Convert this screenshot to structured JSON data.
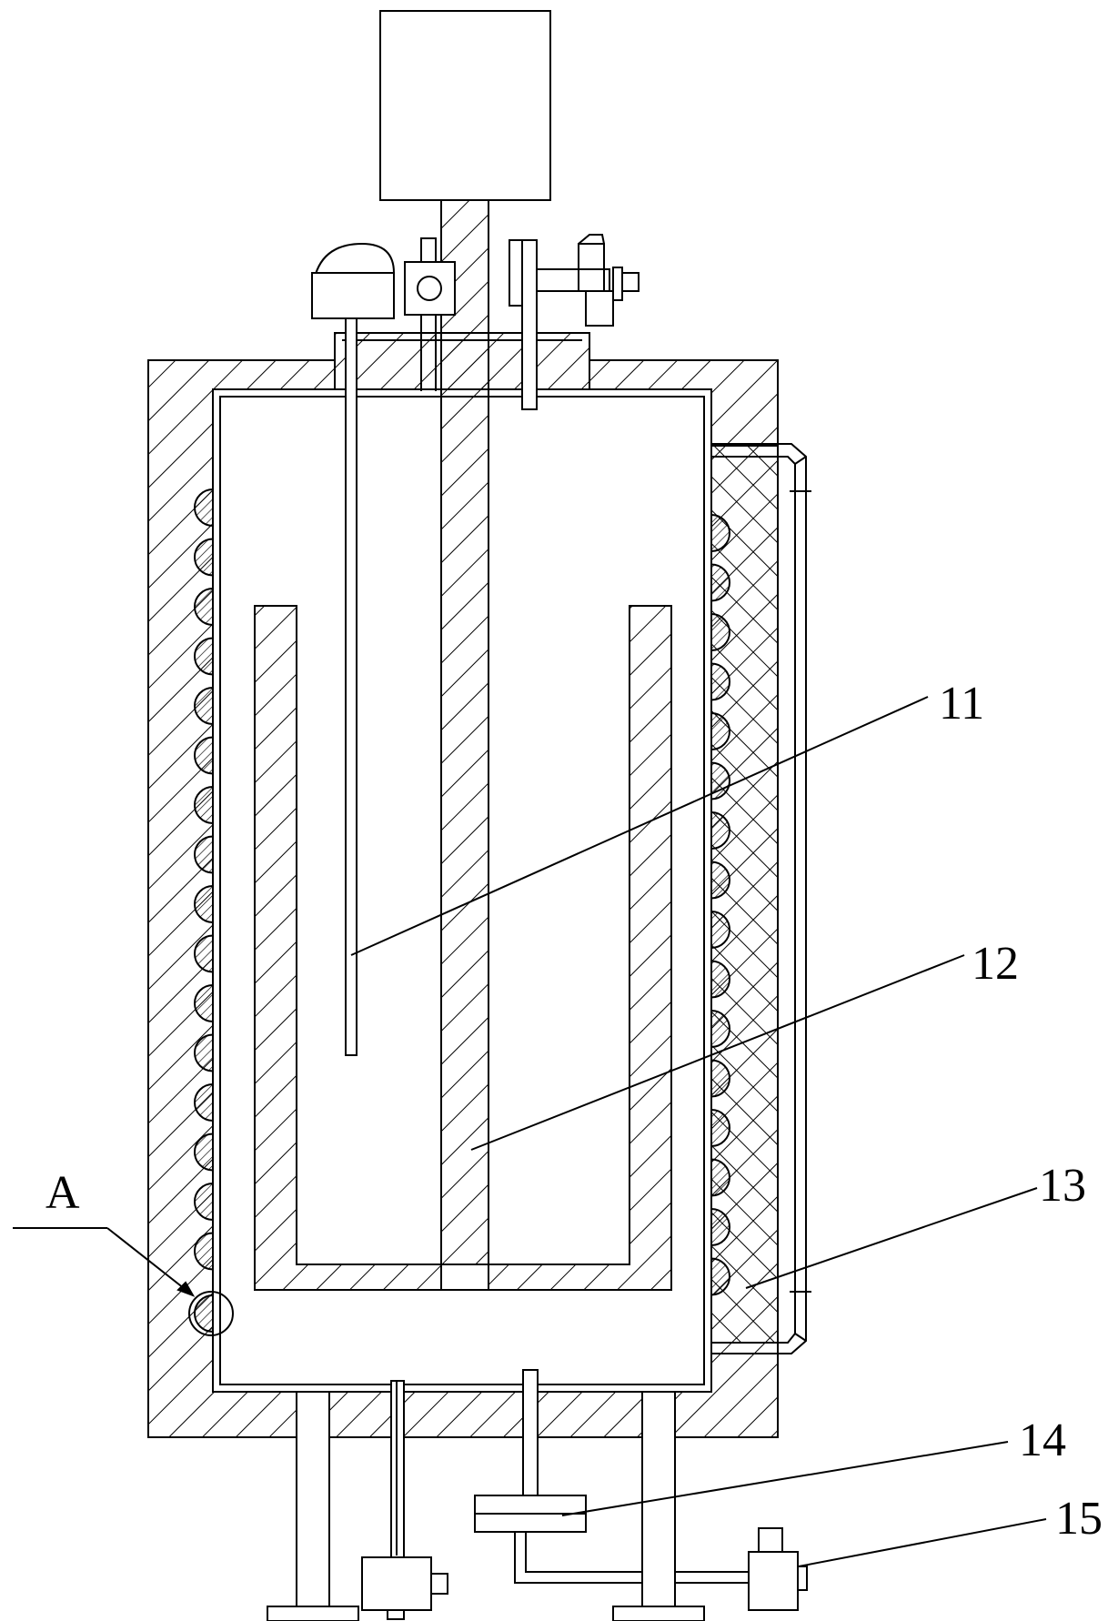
{
  "figure": {
    "labels": {
      "part_11": "11",
      "part_12": "12",
      "part_13": "13",
      "part_14": "14",
      "part_15": "15",
      "detail_a": "A"
    },
    "colors": {
      "line": "#000000",
      "background": "#ffffff"
    }
  }
}
